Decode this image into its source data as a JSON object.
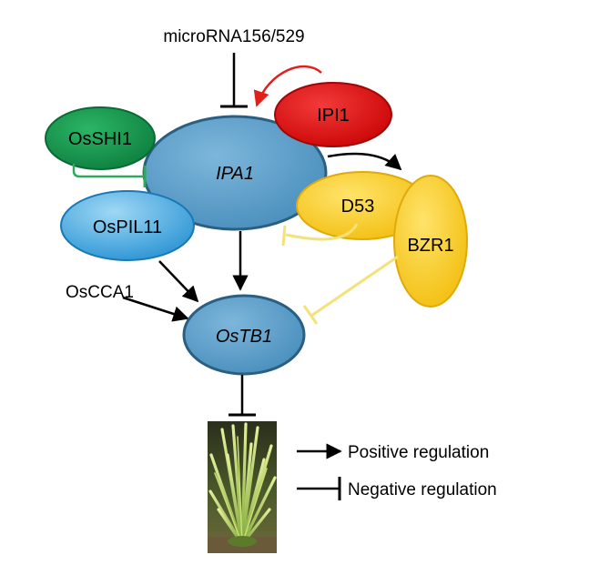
{
  "diagram": {
    "regulators": {
      "microrna": "microRNA156/529",
      "osshi1": "OsSHI1",
      "ipi1": "IPI1",
      "ospil11": "OsPIL11",
      "d53": "D53",
      "bzr1": "BZR1",
      "oscca1": "OsCCA1"
    },
    "genes": {
      "ipa1": "IPA1",
      "ostb1": "OsTB1"
    },
    "legend": {
      "positive": "Positive regulation",
      "negative": "Negative regulation"
    },
    "colors": {
      "gene_fill": "#5a9dc9",
      "osshi1": "#1a9a4c",
      "ipi1": "#e00f0f",
      "ospil11": "#3fa6e0",
      "d53_bzr1": "#f5cc1a",
      "red_arrow": "#e0201b",
      "green_inhibit": "#2ea85a",
      "yellow_inhibit": "#f3e27a"
    },
    "image": "rice-plant-photo"
  }
}
